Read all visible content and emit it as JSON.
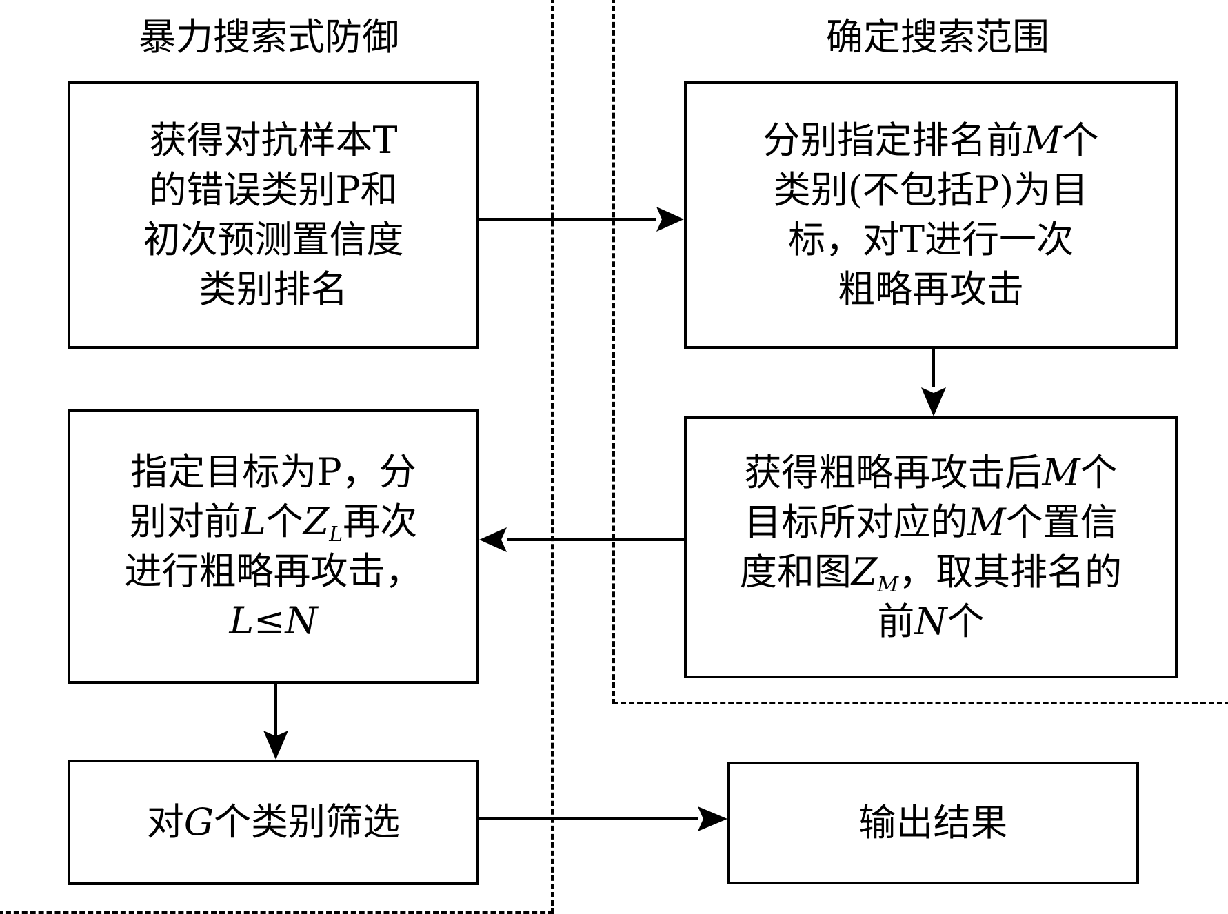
{
  "regions": {
    "left_title": "暴力搜索式防御",
    "right_title": "确定搜索范围"
  },
  "boxes": {
    "get_adv_sample": {
      "lines": [
        "获得对抗样本T",
        "的错误类别P和",
        "初次预测置信度",
        "类别排名"
      ]
    },
    "coarse_attack": {
      "line1_a": "分别指定排名前",
      "line1_m": "M",
      "line1_b": "个",
      "line2": "类别(不包括P)为目",
      "line3": "标，对T进行一次",
      "line4": "粗略再攻击"
    },
    "get_confidences": {
      "line1_a": "获得粗略再攻击后",
      "line1_m": "M",
      "line1_b": "个",
      "line2_a": "目标所对应的",
      "line2_m": "M",
      "line2_b": "个置信",
      "line3_a": "度和图",
      "line3_z": "Z",
      "line3_sub": "M",
      "line3_b": "，取其排名的",
      "line4_a": "前",
      "line4_n": "N",
      "line4_b": "个"
    },
    "specify_target": {
      "line1": "指定目标为P，分",
      "line2_a": "别对前",
      "line2_l": "L",
      "line2_b": "个",
      "line2_z": "Z",
      "line2_sub": "L",
      "line2_c": "再次",
      "line3": "进行粗略再攻击，",
      "line4_l": "L",
      "line4_op": "≤",
      "line4_n": "N"
    },
    "filter": {
      "line_a": "对",
      "line_g": "G",
      "line_b": "个类别筛选"
    },
    "output": {
      "label": "输出结果"
    }
  }
}
